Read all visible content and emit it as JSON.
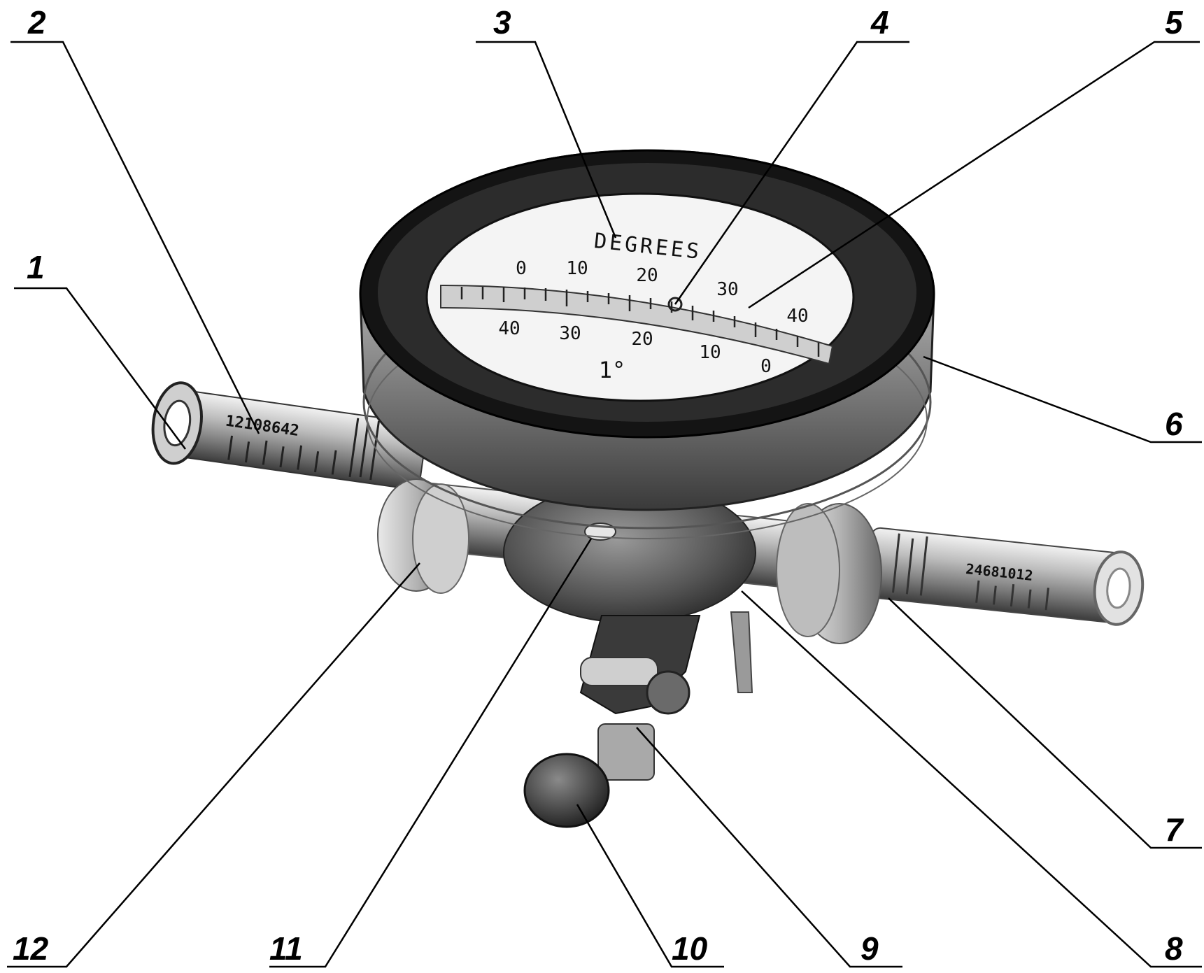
{
  "callouts": [
    {
      "id": "1",
      "label": "1"
    },
    {
      "id": "2",
      "label": "2"
    },
    {
      "id": "3",
      "label": "3"
    },
    {
      "id": "4",
      "label": "4"
    },
    {
      "id": "5",
      "label": "5"
    },
    {
      "id": "6",
      "label": "6"
    },
    {
      "id": "7",
      "label": "7"
    },
    {
      "id": "8",
      "label": "8"
    },
    {
      "id": "9",
      "label": "9"
    },
    {
      "id": "10",
      "label": "10"
    },
    {
      "id": "11",
      "label": "11"
    },
    {
      "id": "12",
      "label": "12"
    }
  ],
  "dial": {
    "title": "DEGREES",
    "upper_scale": [
      "0",
      "10",
      "20",
      "30",
      "40"
    ],
    "lower_scale": [
      "40",
      "30",
      "20",
      "10",
      "0"
    ],
    "unit_mark": "1°"
  },
  "left_tube_marking": "12108642",
  "right_tube_marking": "24681012",
  "colors": {
    "ink": "#000000",
    "metal_dark": "#2a2a2a",
    "metal_mid": "#8c8c8c",
    "metal_light": "#d9d9d9"
  }
}
